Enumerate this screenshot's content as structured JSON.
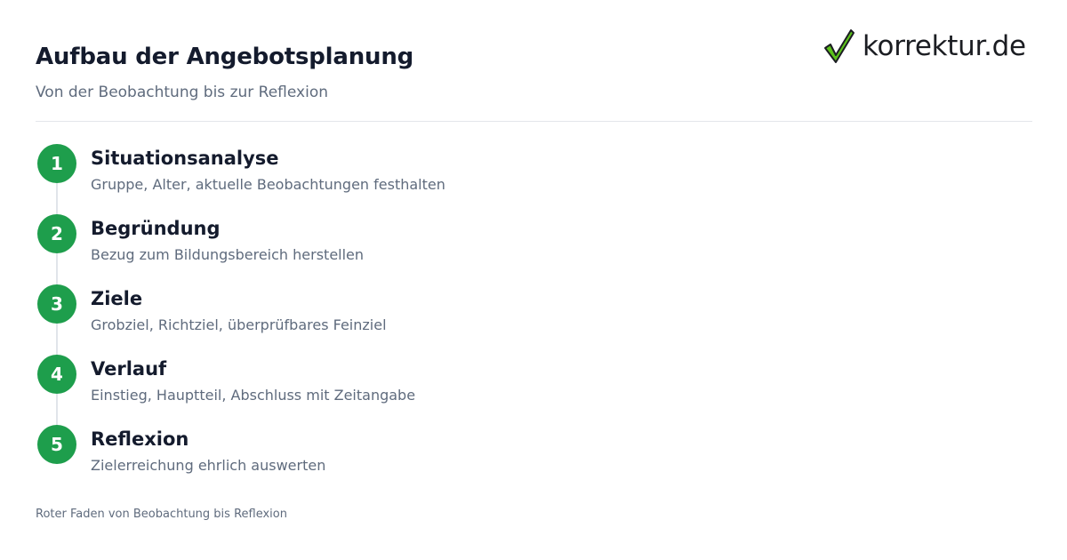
{
  "header": {
    "title": "Aufbau der Angebotsplanung",
    "subtitle": "Von der Beobachtung bis zur Reflexion"
  },
  "logo": {
    "text": "korrektur.de",
    "icon": "checkmark-icon",
    "check_color": "#5cc21a"
  },
  "steps": [
    {
      "number": "1",
      "title": "Situationsanalyse",
      "description": "Gruppe, Alter, aktuelle Beobachtungen festhalten"
    },
    {
      "number": "2",
      "title": "Begründung",
      "description": "Bezug zum Bildungsbereich herstellen"
    },
    {
      "number": "3",
      "title": "Ziele",
      "description": "Grobziel, Richtziel, überprüfbares Feinziel"
    },
    {
      "number": "4",
      "title": "Verlauf",
      "description": "Einstieg, Hauptteil, Abschluss mit Zeitangabe"
    },
    {
      "number": "5",
      "title": "Reflexion",
      "description": "Zielerreichung ehrlich auswerten"
    }
  ],
  "colors": {
    "accent": "#1e9e4c",
    "title": "#141b2d",
    "muted": "#5f6b7d"
  },
  "footer": {
    "text": "Roter Faden von Beobachtung bis Reflexion"
  }
}
